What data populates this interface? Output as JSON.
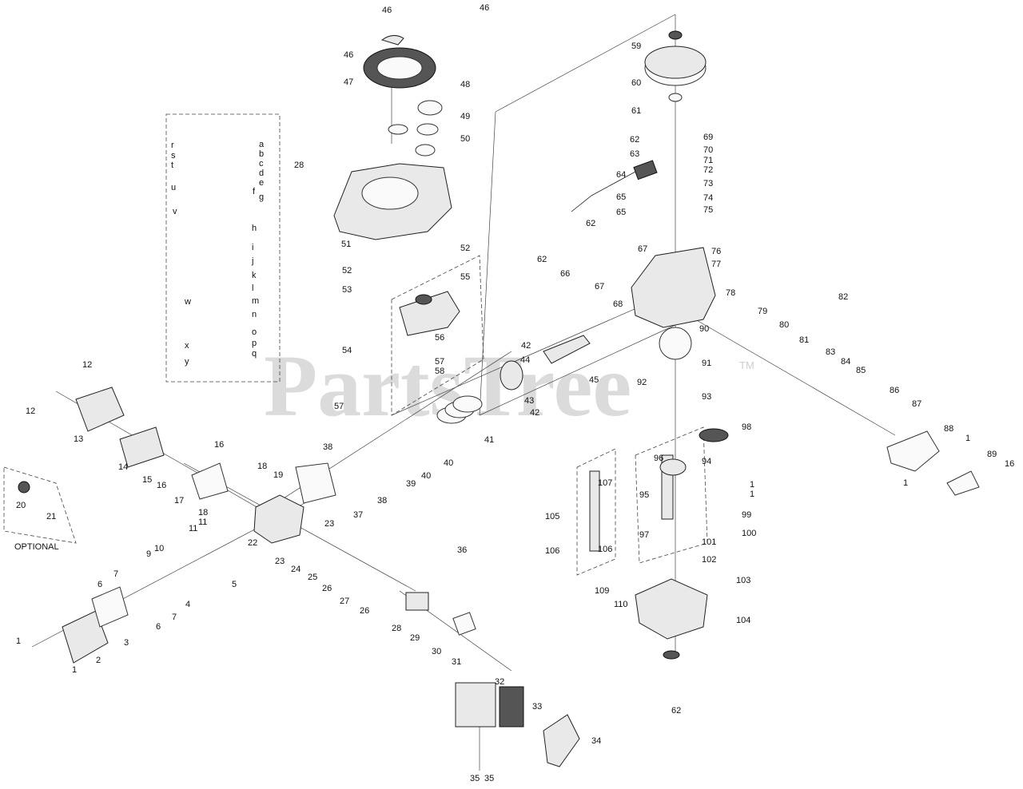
{
  "watermark": {
    "text": "PartsTree",
    "trademark": "TM"
  },
  "optional_label": "OPTIONAL",
  "carburetor_kit_number": "28",
  "carburetor_letters": [
    "a",
    "b",
    "c",
    "d",
    "e",
    "f",
    "g",
    "h",
    "i",
    "j",
    "k",
    "l",
    "m",
    "n",
    "o",
    "p",
    "q",
    "r",
    "s",
    "t",
    "u",
    "v",
    "w",
    "x",
    "y"
  ],
  "part_numbers": [
    "1",
    "2",
    "3",
    "4",
    "5",
    "6",
    "7",
    "9",
    "10",
    "11",
    "12",
    "13",
    "14",
    "15",
    "16",
    "17",
    "18",
    "19",
    "20",
    "21",
    "22",
    "23",
    "24",
    "25",
    "26",
    "27",
    "28",
    "29",
    "30",
    "31",
    "32",
    "33",
    "34",
    "35",
    "36",
    "37",
    "38",
    "39",
    "40",
    "41",
    "42",
    "43",
    "44",
    "45",
    "46",
    "47",
    "48",
    "49",
    "50",
    "51",
    "52",
    "53",
    "54",
    "55",
    "56",
    "57",
    "58",
    "59",
    "60",
    "61",
    "62",
    "63",
    "64",
    "65",
    "66",
    "67",
    "68",
    "69",
    "70",
    "71",
    "72",
    "73",
    "74",
    "75",
    "76",
    "77",
    "78",
    "79",
    "80",
    "81",
    "82",
    "83",
    "84",
    "85",
    "86",
    "87",
    "88",
    "89",
    "90",
    "91",
    "92",
    "93",
    "94",
    "95",
    "96",
    "97",
    "98",
    "99",
    "100",
    "101",
    "102",
    "103",
    "104",
    "105",
    "106",
    "107",
    "109",
    "110"
  ]
}
